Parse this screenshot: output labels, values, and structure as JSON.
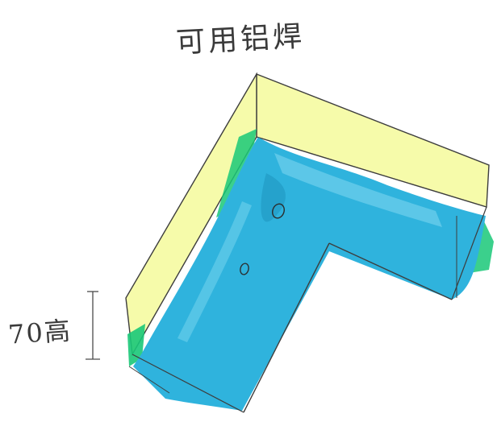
{
  "annotations": {
    "top_note": "可用铝焊",
    "height_note": "70高"
  },
  "colors": {
    "wall_fill": "#f6fbaa",
    "water_fill": "#2fb3dd",
    "water_light": "#6fd0ec",
    "accent_green": "#19c878",
    "line": "#3d3d3d"
  },
  "icons": {
    "drain_hole": "ellipse",
    "height_marker": "i-beam"
  }
}
